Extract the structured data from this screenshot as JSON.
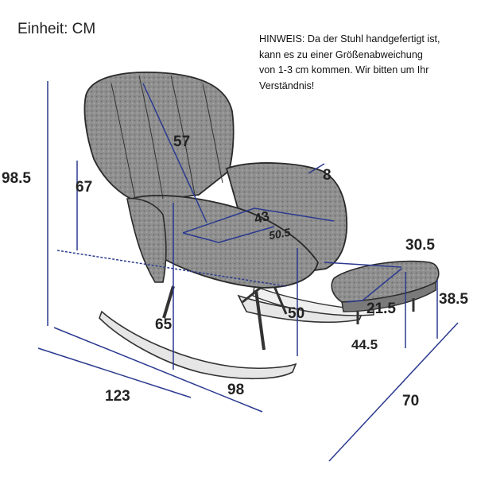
{
  "unit_label": "Einheit: CM",
  "notice_lines": [
    "HINWEIS: Da der Stuhl handgefertigt ist,",
    "kann es zu einer Größenabweichung",
    "von 1-3 cm kommen. Wir bitten um Ihr",
    "Verständnis!"
  ],
  "dimensions": {
    "total_height": "98.5",
    "backrest_height": "67",
    "backrest_length": "57",
    "armrest_width": "8",
    "seat_width": "43",
    "seat_depth": "50.5",
    "seat_height": "50",
    "seat_front_height": "65",
    "total_depth": "123",
    "rocker_length": "98",
    "total_width": "70",
    "footstool_top": "30.5",
    "footstool_depth": "21.5",
    "footstool_height": "38.5",
    "footstool_length": "44.5"
  },
  "colors": {
    "dimension_lines": "#2b3a8f",
    "chair_fill": "#8c8c8c",
    "chair_outline": "#2a2a2a",
    "rocker_fill": "#e6e6e6"
  }
}
